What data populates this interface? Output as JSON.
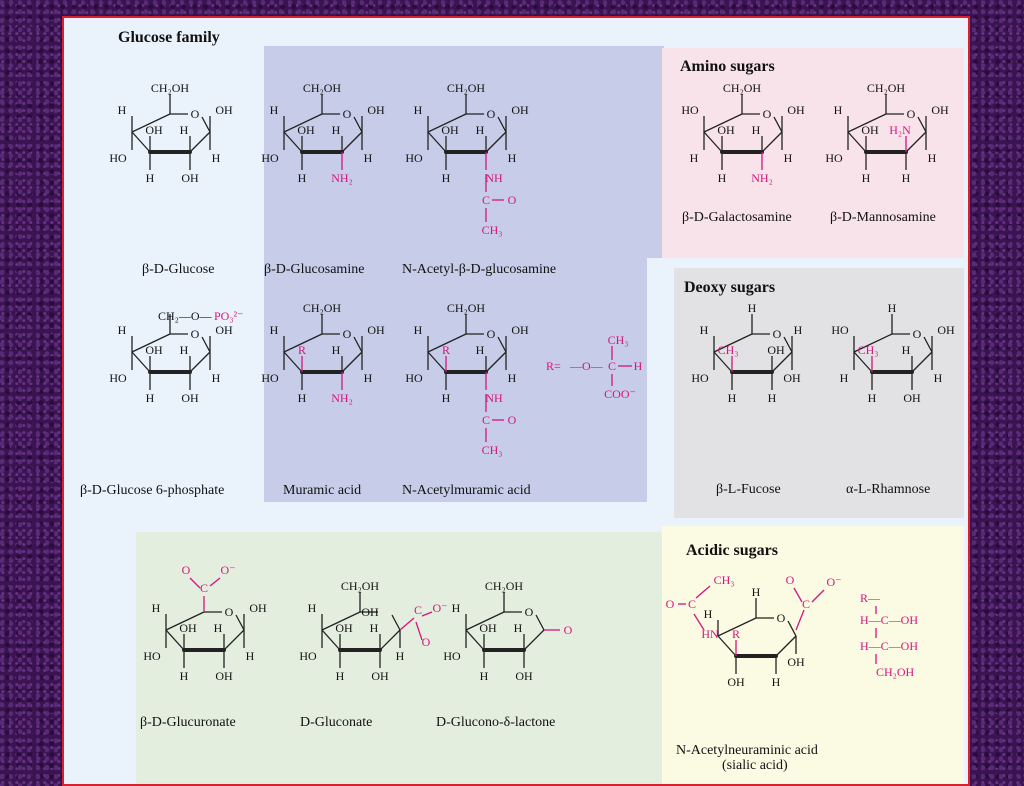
{
  "sections": {
    "glucose_family": "Glucose family",
    "amino_sugars": "Amino sugars",
    "deoxy_sugars": "Deoxy sugars",
    "acidic_sugars": "Acidic sugars"
  },
  "atoms": {
    "ch2oh": "CH₂OH",
    "oh": "OH",
    "ho": "HO",
    "h": "H",
    "o": "O",
    "nh2": "NH₂",
    "h2n": "H₂N",
    "nh": "NH",
    "hn": "HN",
    "c": "C",
    "eqo": "O",
    "ch3": "CH₃",
    "r": "R",
    "ominus": "O⁻",
    "coo": "COO⁻",
    "ch2_o": "CH₂—O—",
    "po3": "PO₃²⁻",
    "r_eq": "R=",
    "o_dash": "—O—",
    "r_dash": "R—",
    "h_c_oh": "H—C—OH",
    "ch2oh_plain": "CH₂OH"
  },
  "labels": {
    "glucose": "β-D-Glucose",
    "glucosamine": "β-D-Glucosamine",
    "acetylglucosamine": "N-Acetyl-β-D-glucosamine",
    "galactosamine": "β-D-Galactosamine",
    "mannosamine": "β-D-Mannosamine",
    "glucose6p": "β-D-Glucose 6-phosphate",
    "muramic": "Muramic acid",
    "acetylmuramic": "N-Acetylmuramic acid",
    "fucose": "β-L-Fucose",
    "rhamnose": "α-L-Rhamnose",
    "glucuronate": "β-D-Glucuronate",
    "gluconate": "D-Gluconate",
    "gluconolactone": "D-Glucono-δ-lactone",
    "neuraminic": "N-Acetylneuraminic acid",
    "sialic": "(sialic acid)"
  },
  "colors": {
    "frame_border": "#d8202e",
    "glucose_bg": "#eaf3fb",
    "blue_panel": "#c7cde8",
    "amino_panel": "#f8e3ea",
    "deoxy_panel": "#e2e2e4",
    "green_panel": "#e3eedf",
    "acidic_panel": "#fbfae3",
    "highlight": "#d4157e"
  }
}
